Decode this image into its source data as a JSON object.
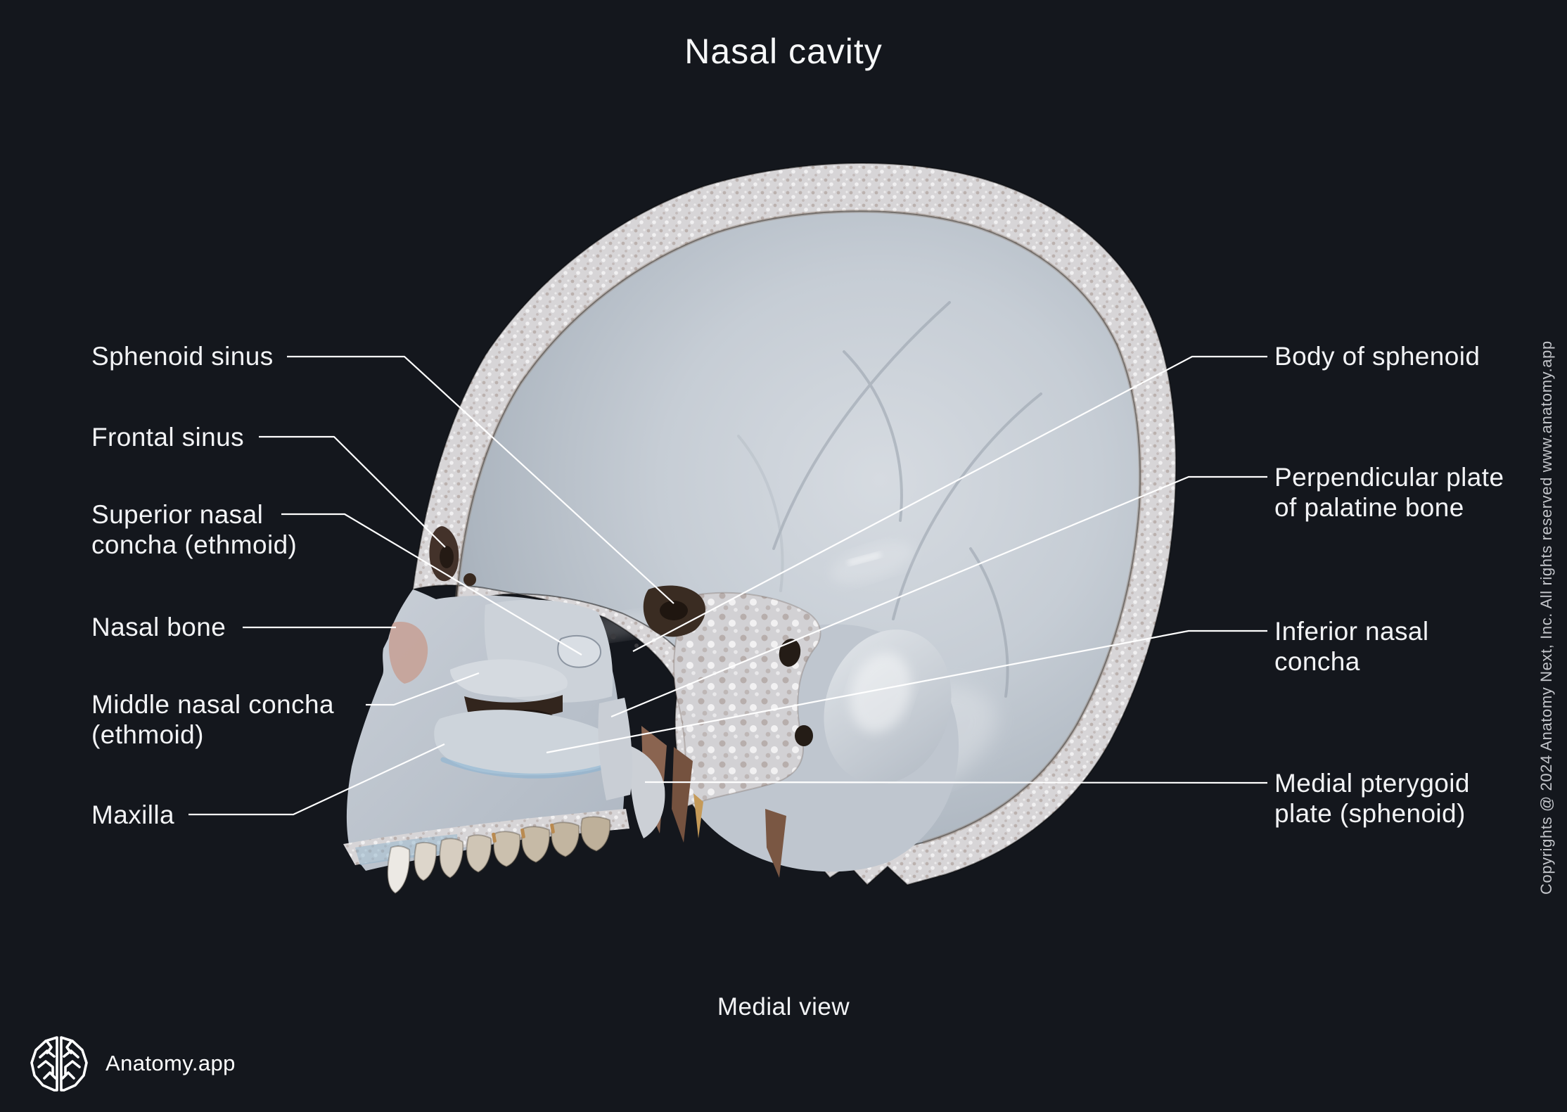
{
  "title": "Nasal cavity",
  "view_label": "Medial view",
  "brand": {
    "name": "Anatomy.app"
  },
  "copyright": "Copyrights @ 2024 Anatomy Next, Inc. All rights reserved www.anatomy.app",
  "colors": {
    "background": "#14171d",
    "label_text": "#f2f3f5",
    "leader_line": "#ffffff",
    "copyright_text": "#c3c5ca",
    "bone_cut_band": "#d7d5d7",
    "bone_cavity_light": "#d3d9df",
    "bone_cavity_dark": "#8f98a4",
    "sinus_cavity_dark": "#3a2c22",
    "tooth_front": "#ece9e4",
    "tooth_back": "#beb09a",
    "blue_tint": "#7fb0d4"
  },
  "labels": {
    "left": [
      {
        "text": "Sphenoid sinus"
      },
      {
        "text": "Frontal sinus"
      },
      {
        "text": "Superior nasal\nconcha (ethmoid)"
      },
      {
        "text": "Nasal bone"
      },
      {
        "text": "Middle nasal concha\n(ethmoid)"
      },
      {
        "text": "Maxilla"
      }
    ],
    "right": [
      {
        "text": "Body of sphenoid"
      },
      {
        "text": "Perpendicular plate\nof palatine bone"
      },
      {
        "text": "Inferior nasal\nconcha"
      },
      {
        "text": "Medial pterygoid\nplate (sphenoid)"
      }
    ]
  }
}
